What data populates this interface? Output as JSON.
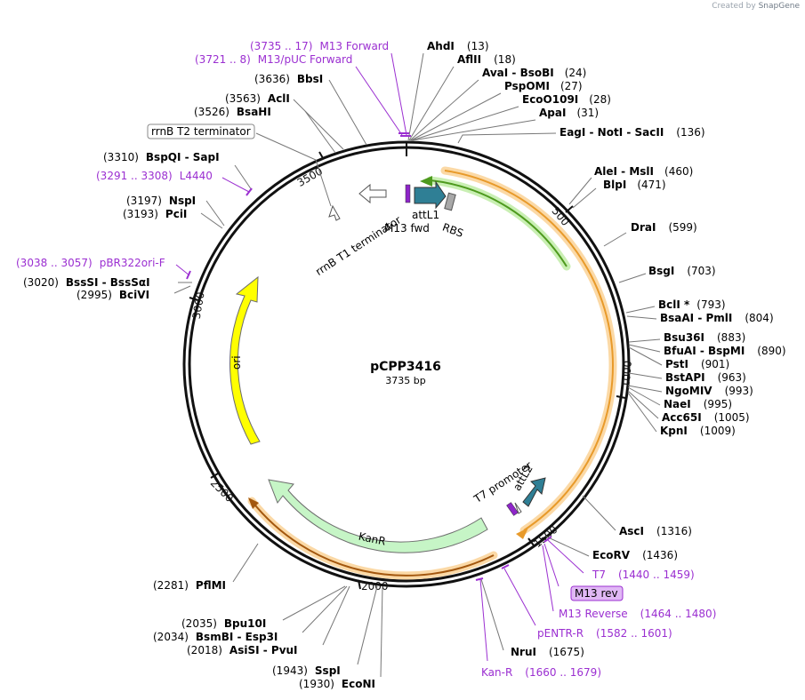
{
  "plasmid": {
    "name": "pCPP3416",
    "length": "3735 bp"
  },
  "credit": {
    "prefix": "Created by",
    "brand": "SnapGene"
  },
  "ticks": [
    "500",
    "1000",
    "1500",
    "2000",
    "2500",
    "3000",
    "3500"
  ],
  "enzymes": [
    {
      "id": "e_ahdi",
      "name": "AhdI",
      "pos": "(13)",
      "bp": 13
    },
    {
      "id": "e_aflii",
      "name": "AflII",
      "pos": "(18)",
      "bp": 18
    },
    {
      "id": "e_avai",
      "name": "AvaI - BsoBI",
      "pos": "(24)",
      "bp": 24
    },
    {
      "id": "e_pspomi",
      "name": "PspOMI",
      "pos": "(27)",
      "bp": 27
    },
    {
      "id": "e_ecoo109i",
      "name": "EcoO109I",
      "pos": "(28)",
      "bp": 28
    },
    {
      "id": "e_apai",
      "name": "ApaI",
      "pos": "(31)",
      "bp": 31
    },
    {
      "id": "e_eagi",
      "name": "EagI - NotI - SacII",
      "pos": "(136)",
      "bp": 136
    },
    {
      "id": "e_alei",
      "name": "AleI - MslI",
      "pos": "(460)",
      "bp": 460
    },
    {
      "id": "e_blpi",
      "name": "BlpI",
      "pos": "(471)",
      "bp": 471
    },
    {
      "id": "e_drai",
      "name": "DraI",
      "pos": "(599)",
      "bp": 599
    },
    {
      "id": "e_bsgi",
      "name": "BsgI",
      "pos": "(703)",
      "bp": 703
    },
    {
      "id": "e_bcli",
      "name": "BclI *",
      "pos": "(793)",
      "bp": 793
    },
    {
      "id": "e_bsaai",
      "name": "BsaAI - PmlI",
      "pos": "(804)",
      "bp": 804
    },
    {
      "id": "e_bsu36i",
      "name": "Bsu36I",
      "pos": "(883)",
      "bp": 883
    },
    {
      "id": "e_bfuai",
      "name": "BfuAI - BspMI",
      "pos": "(890)",
      "bp": 890
    },
    {
      "id": "e_psti",
      "name": "PstI",
      "pos": "(901)",
      "bp": 901
    },
    {
      "id": "e_bstapi",
      "name": "BstAPI",
      "pos": "(963)",
      "bp": 963
    },
    {
      "id": "e_ngomiv",
      "name": "NgoMIV",
      "pos": "(993)",
      "bp": 993
    },
    {
      "id": "e_naei",
      "name": "NaeI",
      "pos": "(995)",
      "bp": 995
    },
    {
      "id": "e_acc65i",
      "name": "Acc65I",
      "pos": "(1005)",
      "bp": 1005
    },
    {
      "id": "e_kpni",
      "name": "KpnI",
      "pos": "(1009)",
      "bp": 1009
    },
    {
      "id": "e_asci",
      "name": "AscI",
      "pos": "(1316)",
      "bp": 1316
    },
    {
      "id": "e_ecorv",
      "name": "EcoRV",
      "pos": "(1436)",
      "bp": 1436
    },
    {
      "id": "e_nrui",
      "name": "NruI",
      "pos": "(1675)",
      "bp": 1675
    },
    {
      "id": "e_econi",
      "name": "EcoNI",
      "pos": "(1930)",
      "bp": 1930
    },
    {
      "id": "e_sspi",
      "name": "SspI",
      "pos": "(1943)",
      "bp": 1943
    },
    {
      "id": "e_asisi",
      "name": "AsiSI - PvuI",
      "pos": "(2018)",
      "bp": 2018
    },
    {
      "id": "e_bsmbi",
      "name": "BsmBI - Esp3I",
      "pos": "(2034)",
      "bp": 2034
    },
    {
      "id": "e_bpu10i",
      "name": "Bpu10I",
      "pos": "(2035)",
      "bp": 2035
    },
    {
      "id": "e_pflmi",
      "name": "PflMI",
      "pos": "(2281)",
      "bp": 2281
    },
    {
      "id": "e_bclvi",
      "name": "BciVI",
      "pos": "(2995)",
      "bp": 2995
    },
    {
      "id": "e_bsssi",
      "name": "BssSI - BssSαI",
      "pos": "(3020)",
      "bp": 3020
    },
    {
      "id": "e_pcli",
      "name": "PciI",
      "pos": "(3193)",
      "bp": 3193
    },
    {
      "id": "e_nspi",
      "name": "NspI",
      "pos": "(3197)",
      "bp": 3197
    },
    {
      "id": "e_bspqi",
      "name": "BspQI - SapI",
      "pos": "(3310)",
      "bp": 3310
    },
    {
      "id": "e_bsahi",
      "name": "BsaHI",
      "pos": "(3526)",
      "bp": 3526
    },
    {
      "id": "e_acli",
      "name": "AclI",
      "pos": "(3563)",
      "bp": 3563
    },
    {
      "id": "e_bbsi",
      "name": "BbsI",
      "pos": "(3636)",
      "bp": 3636
    }
  ],
  "primers": [
    {
      "id": "p_m13fwd",
      "name": "M13 Forward",
      "range": "(3735 .. 17)"
    },
    {
      "id": "p_m13puc",
      "name": "M13/pUC Forward",
      "range": "(3721 .. 8)"
    },
    {
      "id": "p_l4440",
      "name": "L4440",
      "range": "(3291 .. 3308)"
    },
    {
      "id": "p_pbr322",
      "name": "pBR322ori-F",
      "range": "(3038 .. 3057)"
    },
    {
      "id": "p_t7",
      "name": "T7",
      "range": "(1440 .. 1459)"
    },
    {
      "id": "p_m13rev",
      "name": "M13 Reverse",
      "range": "(1464 .. 1480)"
    },
    {
      "id": "p_pentr",
      "name": "pENTR-R",
      "range": "(1582 .. 1601)"
    },
    {
      "id": "p_kanr",
      "name": "Kan-R",
      "range": "(1660 .. 1679)"
    }
  ],
  "features": {
    "rrnb_t2": "rrnB T2 terminator",
    "rrnb_t1": "rrnB T1 terminator",
    "attl1": "attL1",
    "m13fwd": "M13 fwd",
    "rbs": "RBS",
    "t7_promoter": "T7 promoter",
    "attl2": "attL2",
    "m13rev_box": "M13 rev",
    "kanr": "KanR",
    "ori": "ori"
  },
  "colors": {
    "enzyme_text": "#000000",
    "primer": "#9b2fd1",
    "feature_ori": "#ffff00",
    "feature_kanr": "#c6f5c6",
    "feature_att": "#2f7f95",
    "feature_green": "#66b32e",
    "feature_orange": "#f3a83c",
    "m13rev_box": "#e0b8f5"
  }
}
